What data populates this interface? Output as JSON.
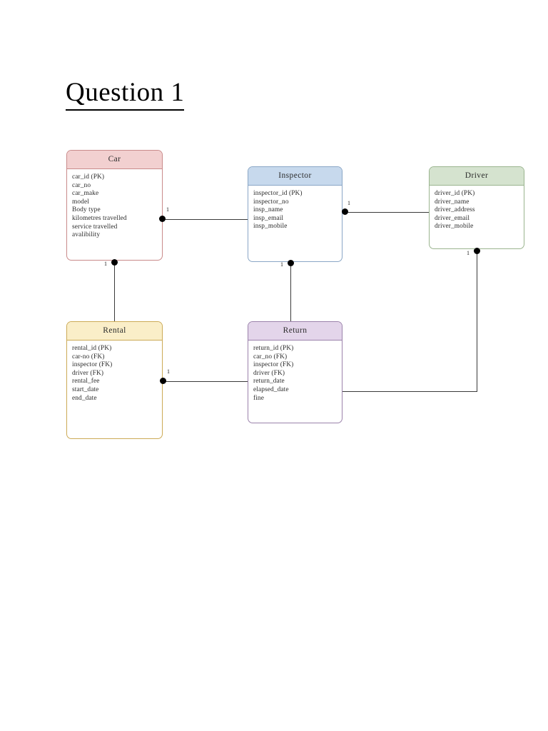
{
  "document": {
    "title": "Question 1"
  },
  "entities": [
    {
      "id": "car",
      "name": "Car",
      "header_color": "#f2d0d0",
      "border_color": "#c98a8a",
      "attributes": [
        "car_id (PK)",
        "car_no",
        "car_make",
        "model",
        "Body type",
        "kilometres travelled",
        "service travelled",
        "avalibility"
      ]
    },
    {
      "id": "inspector",
      "name": "Inspector",
      "header_color": "#c7d9ed",
      "border_color": "#8aa6c6",
      "attributes": [
        "inspector_id (PK)",
        "inspector_no",
        "insp_name",
        "insp_email",
        "insp_mobile"
      ]
    },
    {
      "id": "driver",
      "name": "Driver",
      "header_color": "#d5e3cf",
      "border_color": "#9ab48e",
      "attributes": [
        "driver_id (PK)",
        "driver_name",
        "driver_address",
        "driver_email",
        "driver_mobile"
      ]
    },
    {
      "id": "rental",
      "name": "Rental",
      "header_color": "#faeec8",
      "border_color": "#ccaa55",
      "attributes": [
        "rental_id (PK)",
        "car-no (FK)",
        "inspector (FK)",
        "driver (FK)",
        "rental_fee",
        "start_date",
        "end_date"
      ]
    },
    {
      "id": "return",
      "name": "Return",
      "header_color": "#e3d5ea",
      "border_color": "#9b82ab",
      "attributes": [
        "return_id (PK)",
        "car_no (FK)",
        "inspector (FK)",
        "driver (FK)",
        "return_date",
        "elapsed_date",
        "fine"
      ]
    }
  ],
  "relationships": [
    {
      "id": "car-inspector",
      "from": "Car",
      "to": "Inspector",
      "cardinality": "1"
    },
    {
      "id": "inspector-driver",
      "from": "Inspector",
      "to": "Driver",
      "cardinality": "1"
    },
    {
      "id": "car-rental",
      "from": "Car",
      "to": "Rental",
      "cardinality": "1"
    },
    {
      "id": "inspector-return",
      "from": "Inspector",
      "to": "Return",
      "cardinality": "1"
    },
    {
      "id": "rental-return",
      "from": "Rental",
      "to": "Return",
      "cardinality": "1"
    },
    {
      "id": "driver-return",
      "from": "Driver",
      "to": "Return",
      "cardinality": "1"
    }
  ]
}
